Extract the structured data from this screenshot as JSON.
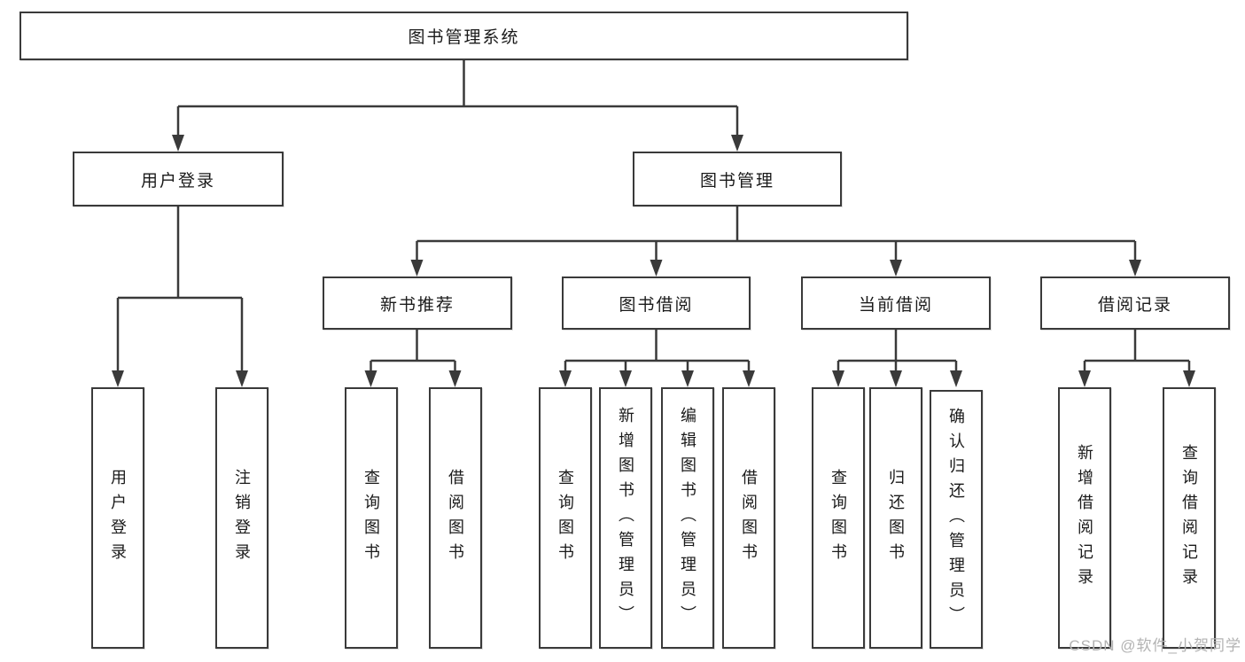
{
  "diagram": {
    "root": "图书管理系统",
    "user_branch": {
      "label": "用户登录",
      "children": [
        "用户登录",
        "注销登录"
      ]
    },
    "book_branch": {
      "label": "图书管理",
      "sections": [
        {
          "label": "新书推荐",
          "children": [
            "查询图书",
            "借阅图书"
          ]
        },
        {
          "label": "图书借阅",
          "children": [
            "查询图书",
            "新增图书（管理员）",
            "编辑图书（管理员）",
            "借阅图书"
          ]
        },
        {
          "label": "当前借阅",
          "children": [
            "查询图书",
            "归还图书",
            "确认归还（管理员）"
          ]
        },
        {
          "label": "借阅记录",
          "children": [
            "新增借阅记录",
            "查询借阅记录"
          ]
        }
      ]
    }
  },
  "watermark": "CSDN @软件_小贺同学",
  "colors": {
    "line": "#3a3a3a",
    "box_border": "#3a3a3a",
    "text": "#1a1a1a",
    "watermark": "#b3b3b3",
    "background": "#ffffff"
  }
}
